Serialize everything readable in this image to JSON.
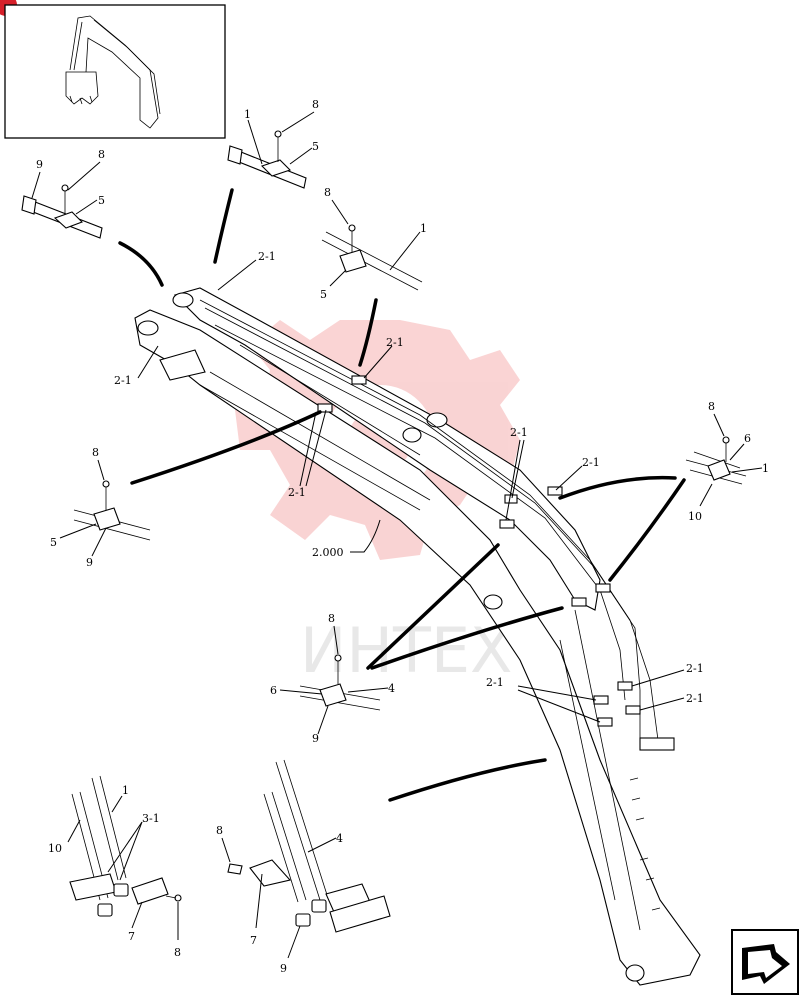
{
  "figure": {
    "reference": "2.000",
    "watermark": "ИНТЕХ",
    "labels": {
      "p1": "1",
      "p2_1": "2-1",
      "p3_1": "3-1",
      "p4": "4",
      "p5": "5",
      "p6": "6",
      "p7": "7",
      "p8": "8",
      "p9": "9",
      "p10": "10"
    }
  },
  "colors": {
    "ink": "#000000",
    "watermark": "#e83a3a",
    "badge": "#d6202a"
  },
  "icons": {
    "corner_badge": "red-circle-icon",
    "next_page": "next-page-arrow-icon",
    "thumbnail": "excavator-boom-thumbnail-icon"
  }
}
